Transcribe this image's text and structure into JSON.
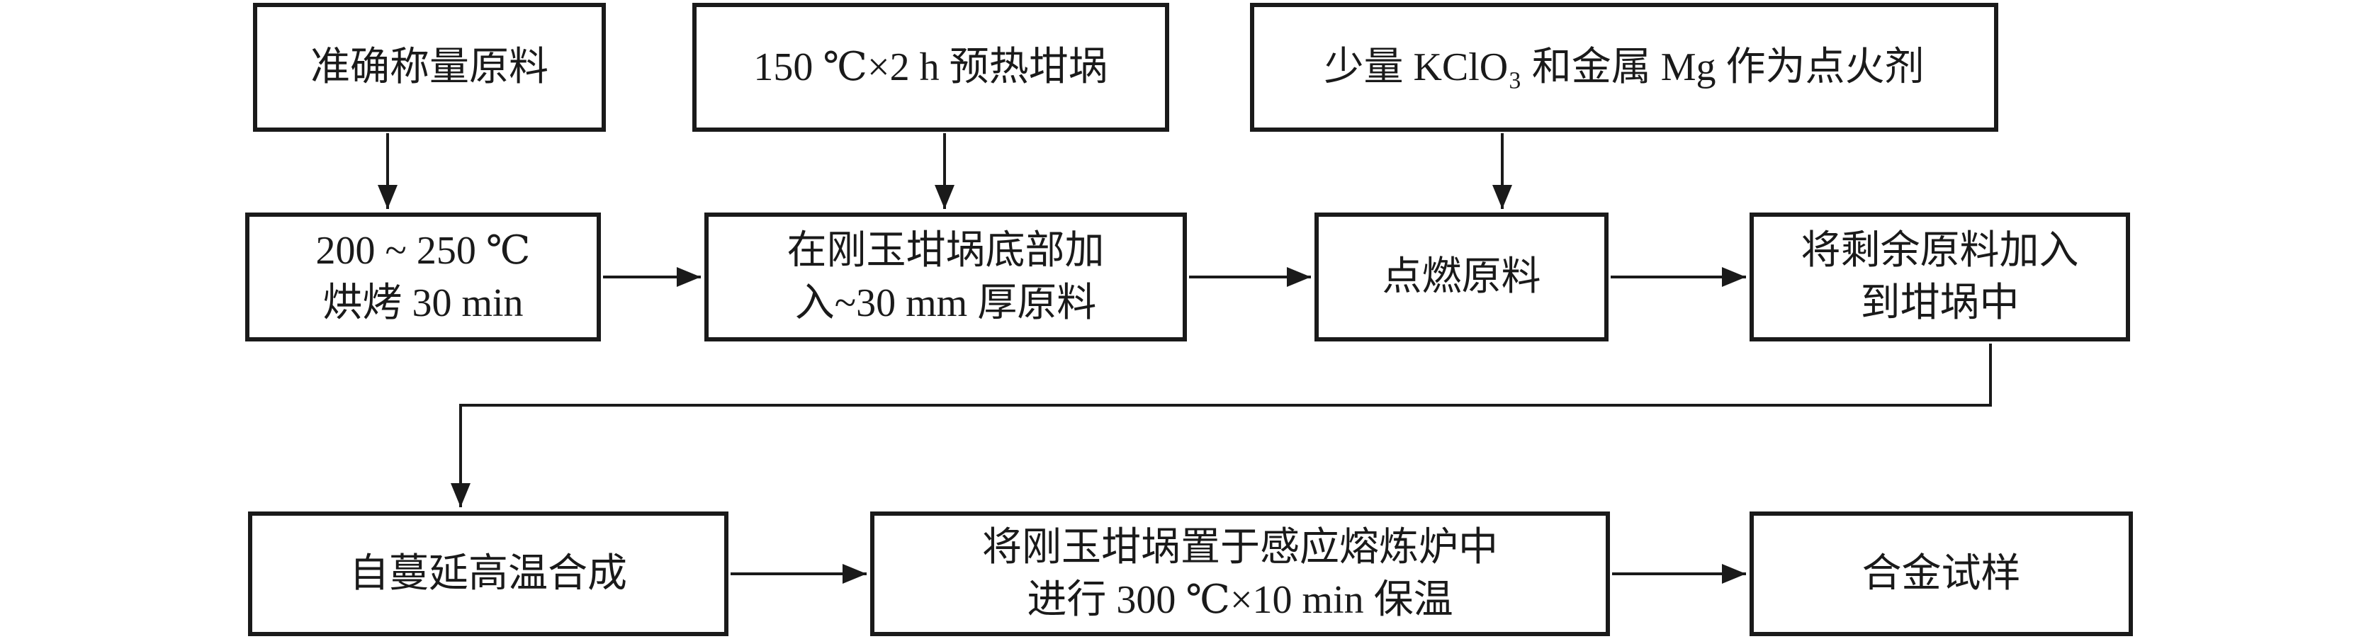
{
  "colors": {
    "ink": "#1a1a1a",
    "background": "#ffffff"
  },
  "flowchart": {
    "nodes": [
      {
        "id": "weigh-raw-materials",
        "lines": [
          "准确称量原料"
        ]
      },
      {
        "id": "preheat-crucible",
        "lines": [
          "150 ℃×2 h 预热坩埚"
        ]
      },
      {
        "id": "ignition-agent",
        "lines": [
          "少量 KClO₃ 和金属 Mg 作为点火剂"
        ]
      },
      {
        "id": "bake",
        "lines": [
          "200 ~ 250 ℃",
          "烘烤 30 min"
        ]
      },
      {
        "id": "add-bottom-layer",
        "lines": [
          "在刚玉坩埚底部加",
          "入~30 mm 厚原料"
        ]
      },
      {
        "id": "ignite",
        "lines": [
          "点燃原料"
        ]
      },
      {
        "id": "add-remaining",
        "lines": [
          "将剩余原料加入",
          "到坩埚中"
        ]
      },
      {
        "id": "shs-synthesis",
        "lines": [
          "自蔓延高温合成"
        ]
      },
      {
        "id": "induction-hold",
        "lines": [
          "将刚玉坩埚置于感应熔炼炉中",
          "进行 300 ℃×10 min 保温"
        ]
      },
      {
        "id": "alloy-sample",
        "lines": [
          "合金试样"
        ]
      }
    ],
    "edges": [
      {
        "from": "weigh-raw-materials",
        "to": "bake"
      },
      {
        "from": "preheat-crucible",
        "to": "add-bottom-layer"
      },
      {
        "from": "ignition-agent",
        "to": "ignite"
      },
      {
        "from": "bake",
        "to": "add-bottom-layer"
      },
      {
        "from": "add-bottom-layer",
        "to": "ignite"
      },
      {
        "from": "ignite",
        "to": "add-remaining"
      },
      {
        "from": "add-remaining",
        "to": "shs-synthesis"
      },
      {
        "from": "shs-synthesis",
        "to": "induction-hold"
      },
      {
        "from": "induction-hold",
        "to": "alloy-sample"
      }
    ]
  }
}
